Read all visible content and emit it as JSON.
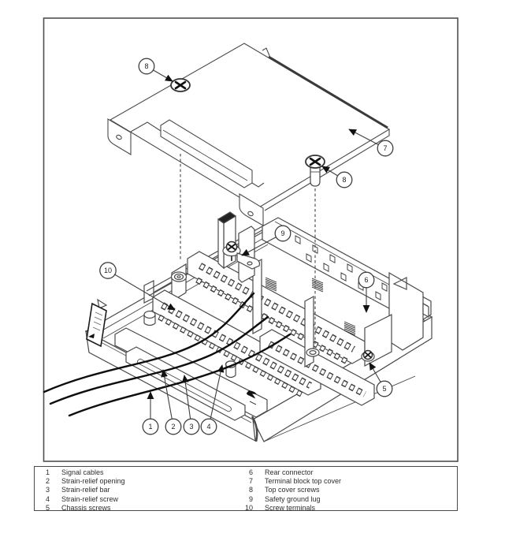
{
  "figure": {
    "title": "terminal-block-exploded-view",
    "colors": {
      "line": "#4a4a4a",
      "ink": "#111111",
      "background": "#ffffff"
    },
    "callouts": [
      {
        "n": "8"
      },
      {
        "n": "7"
      },
      {
        "n": "8"
      },
      {
        "n": "9"
      },
      {
        "n": "10"
      },
      {
        "n": "6"
      },
      {
        "n": "5"
      },
      {
        "n": "1"
      },
      {
        "n": "2"
      },
      {
        "n": "3"
      },
      {
        "n": "4"
      }
    ]
  },
  "legend": {
    "col1": [
      {
        "num": "1",
        "label": "Signal cables"
      },
      {
        "num": "2",
        "label": "Strain-relief opening"
      },
      {
        "num": "3",
        "label": "Strain-relief bar"
      },
      {
        "num": "4",
        "label": "Strain-relief screw"
      },
      {
        "num": "5",
        "label": "Chassis screws"
      }
    ],
    "col2": [
      {
        "num": "6",
        "label": "Rear connector"
      },
      {
        "num": "7",
        "label": "Terminal block top cover"
      },
      {
        "num": "8",
        "label": "Top cover screws"
      },
      {
        "num": "9",
        "label": "Safety ground lug"
      },
      {
        "num": "10",
        "label": "Screw terminals"
      }
    ]
  }
}
